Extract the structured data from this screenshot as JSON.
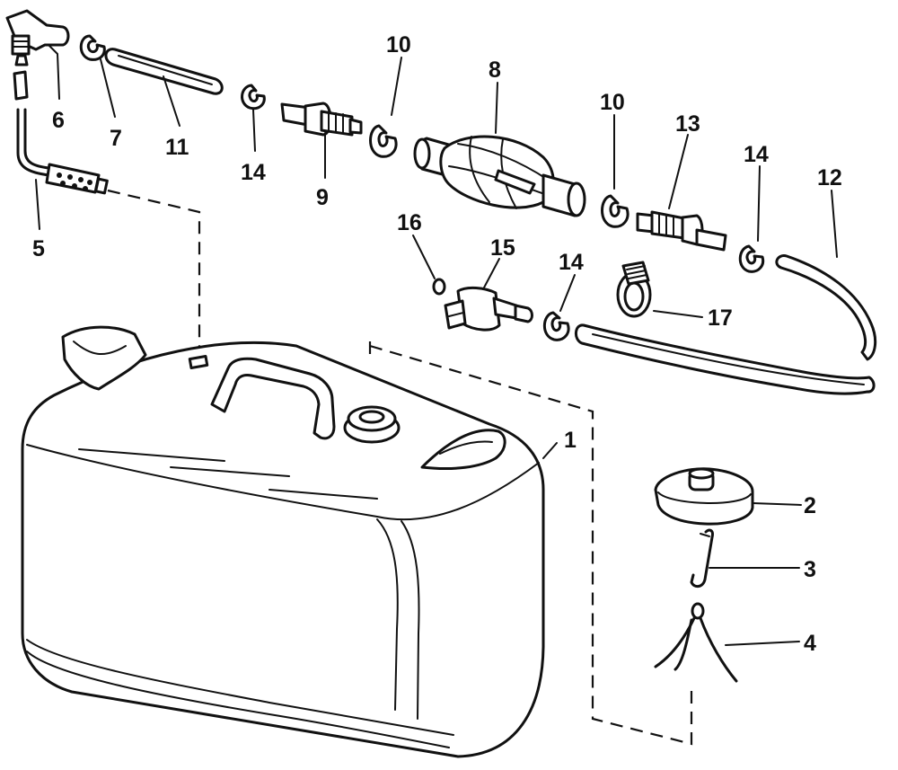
{
  "parts": [
    {
      "id": "1",
      "label": "1",
      "name": "fuel-tank"
    },
    {
      "id": "2",
      "label": "2",
      "name": "filler-cap"
    },
    {
      "id": "3",
      "label": "3",
      "name": "cap-hook"
    },
    {
      "id": "4",
      "label": "4",
      "name": "cap-chain-clip"
    },
    {
      "id": "5",
      "label": "5",
      "name": "pickup-tube-with-filter"
    },
    {
      "id": "6",
      "label": "6",
      "name": "elbow-fitting"
    },
    {
      "id": "7",
      "label": "7",
      "name": "hose-clamp-7"
    },
    {
      "id": "8",
      "label": "8",
      "name": "primer-bulb"
    },
    {
      "id": "9",
      "label": "9",
      "name": "check-valve-9"
    },
    {
      "id": "10a",
      "label": "10",
      "name": "hose-clamp-10a"
    },
    {
      "id": "10b",
      "label": "10",
      "name": "hose-clamp-10b"
    },
    {
      "id": "11",
      "label": "11",
      "name": "short-hose"
    },
    {
      "id": "12",
      "label": "12",
      "name": "fuel-hose"
    },
    {
      "id": "13",
      "label": "13",
      "name": "check-valve-13"
    },
    {
      "id": "14a",
      "label": "14",
      "name": "hose-clamp-14a"
    },
    {
      "id": "14b",
      "label": "14",
      "name": "hose-clamp-14b"
    },
    {
      "id": "14c",
      "label": "14",
      "name": "hose-clamp-14c"
    },
    {
      "id": "15",
      "label": "15",
      "name": "fuel-connector"
    },
    {
      "id": "16",
      "label": "16",
      "name": "o-ring"
    },
    {
      "id": "17",
      "label": "17",
      "name": "hose-band-clamp"
    }
  ]
}
